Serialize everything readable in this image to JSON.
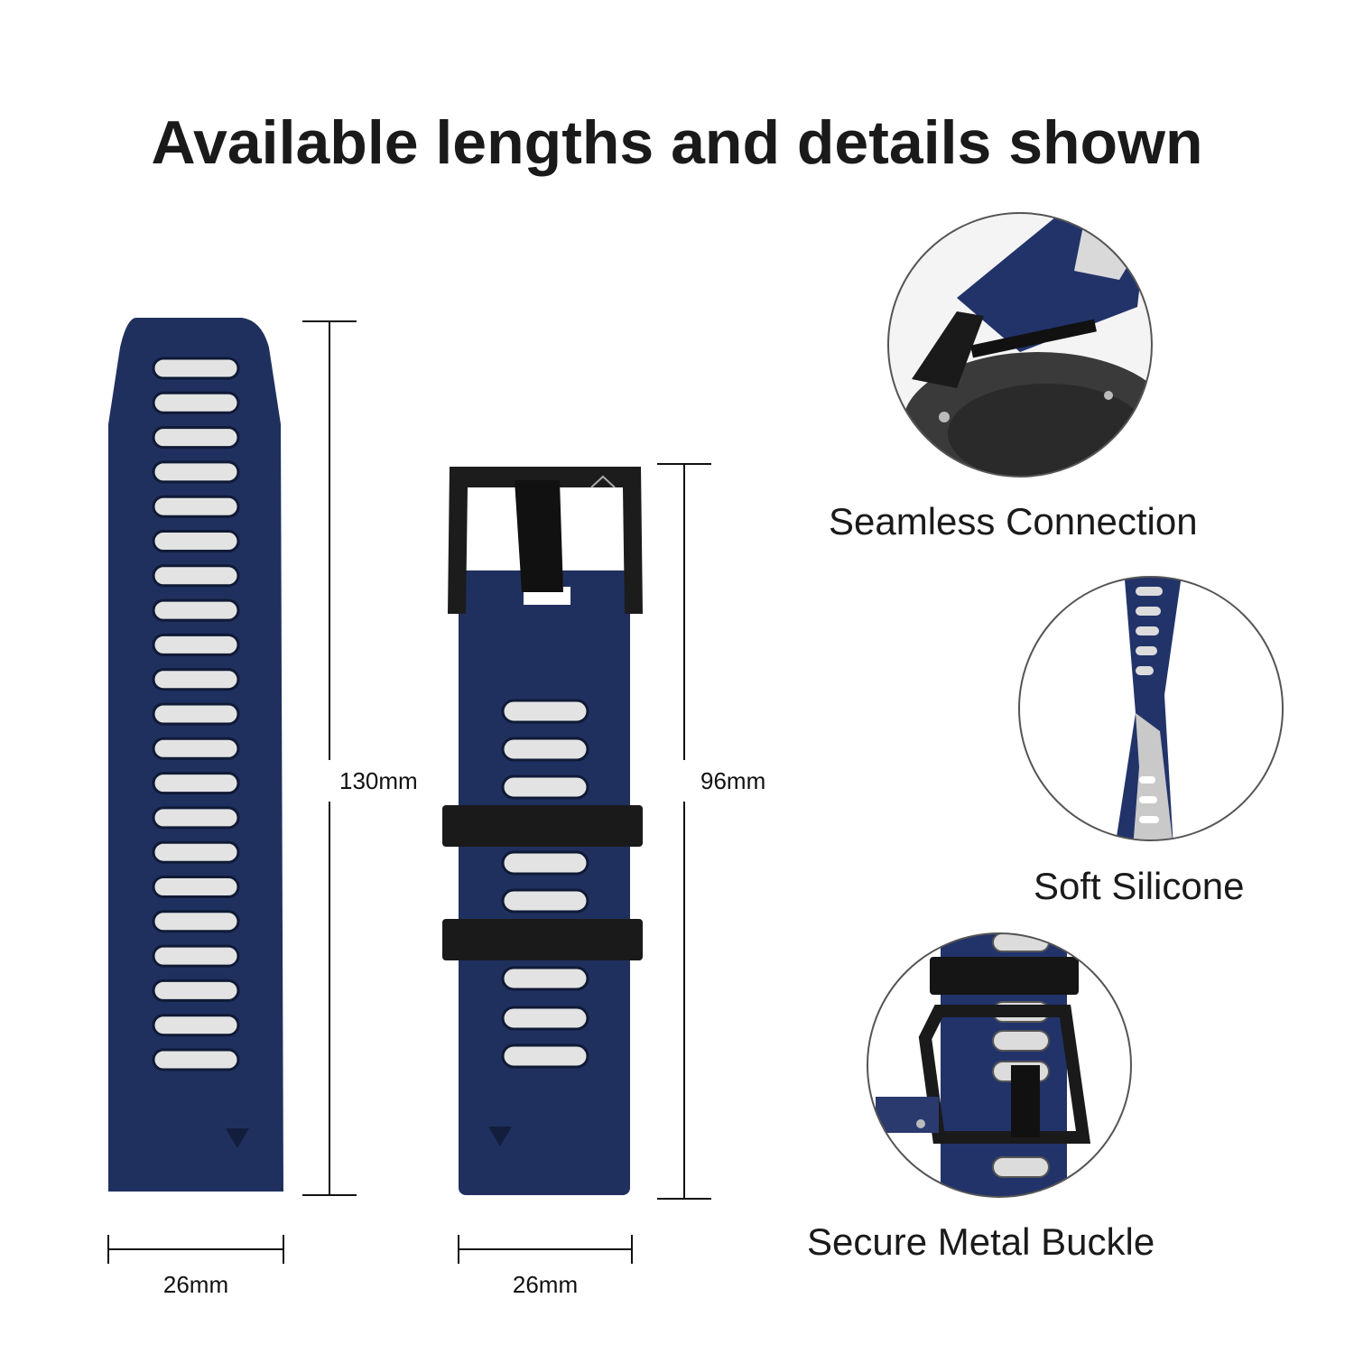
{
  "title": "Available lengths and details shown",
  "long_strap": {
    "length": "130mm",
    "width": "26mm"
  },
  "short_strap": {
    "length": "96mm",
    "width": "26mm"
  },
  "features": {
    "connection": "Seamless Connection",
    "silicone": "Soft Silicone",
    "buckle": "Secure Metal Buckle"
  },
  "colors": {
    "strap": "#20305e",
    "holes": "#e3e3e3",
    "buckle": "#1c1c1c",
    "text": "#1a1a1a"
  }
}
